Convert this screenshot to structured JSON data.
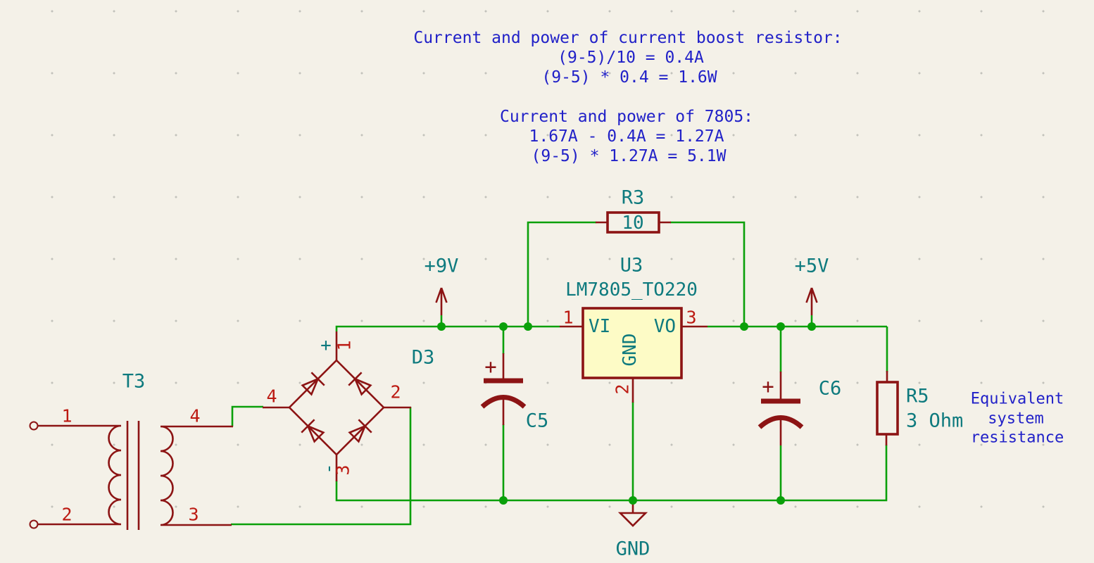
{
  "colors": {
    "wire": "#0aa00a",
    "component": "#8c1414",
    "pin_number": "#bc1a12",
    "label": "#0e7a7e",
    "note": "#2121c8",
    "body_fill": "#fdfbc6",
    "background": "#f4f1e8",
    "grid": "#c2c2bb"
  },
  "annotations": {
    "boost_title": "Current and power of current boost resistor:",
    "boost_calc1": "(9-5)/10 = 0.4A",
    "boost_calc2": "(9-5) * 0.4 = 1.6W",
    "reg_title": "Current and power of 7805:",
    "reg_calc1": "1.67A - 0.4A = 1.27A",
    "reg_calc2": "(9-5) * 1.27A = 5.1W",
    "equiv_line1": "Equivalent",
    "equiv_line2": "system",
    "equiv_line3": "resistance"
  },
  "power": {
    "rail_9v": "+9V",
    "rail_5v": "+5V",
    "gnd": "GND"
  },
  "components": {
    "t3": {
      "ref": "T3",
      "pin1": "1",
      "pin2": "2",
      "pin3": "3",
      "pin4": "4"
    },
    "d3": {
      "ref": "D3",
      "pin1": "1",
      "pin2": "2",
      "pin3": "3",
      "pin4": "4",
      "plus": "+",
      "minus": "-"
    },
    "r3": {
      "ref": "R3",
      "value": "10"
    },
    "u3": {
      "ref": "U3",
      "value": "LM7805_TO220",
      "pin1": "1",
      "pin2": "2",
      "pin3": "3",
      "vi": "VI",
      "vo": "VO",
      "gnd": "GND"
    },
    "c5": {
      "ref": "C5",
      "plus": "+"
    },
    "c6": {
      "ref": "C6",
      "plus": "+"
    },
    "r5": {
      "ref": "R5",
      "value": "3 Ohm"
    }
  }
}
